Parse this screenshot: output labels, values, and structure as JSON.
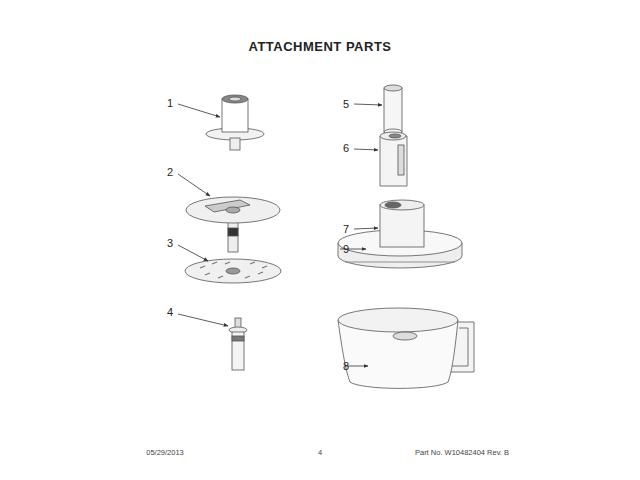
{
  "diagram": {
    "title": "ATTACHMENT PARTS",
    "labels": [
      "1",
      "2",
      "3",
      "4",
      "5",
      "6",
      "7",
      "9",
      "8",
      "05/29/2013",
      "4",
      "Part No. W10482404 Rev. B"
    ]
  }
}
